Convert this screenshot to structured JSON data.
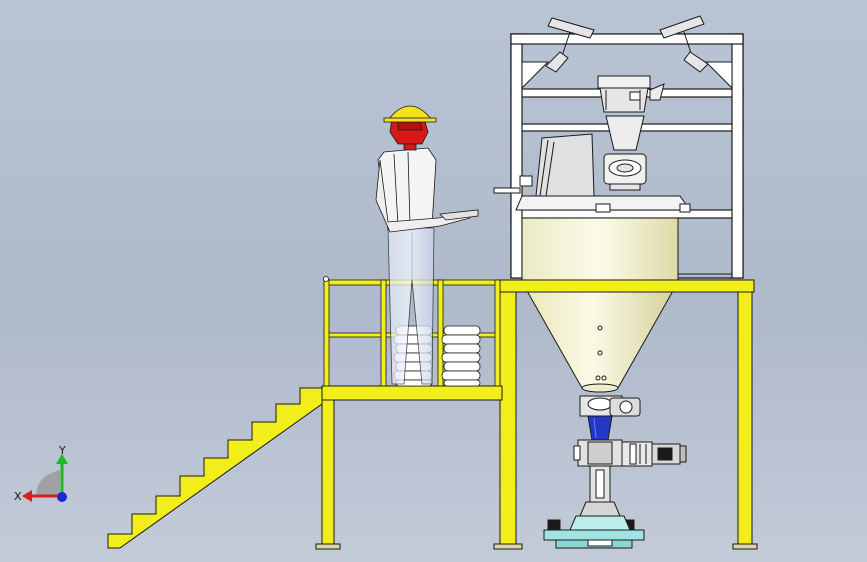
{
  "viewport": {
    "background_top": "#b9c4d4",
    "background_bottom": "#c3cbd8"
  },
  "colors": {
    "steel_structure": "#f2ee1c",
    "frame": "#ffffff",
    "hopper": "#f6f4d2",
    "valve_blue": "#2438c8",
    "helmet": "#f4e21a",
    "head": "#d81818",
    "base_plate": "#9fe3e3",
    "outline": "#1a1a1a"
  },
  "triad": {
    "x_label": "X",
    "y_label": "Y",
    "x_color": "#d42020",
    "y_color": "#1fb81f",
    "z_color": "#1a2ad0"
  },
  "scene": {
    "objects": [
      "operator",
      "platform",
      "staircase",
      "guard-railing",
      "bag-stacks",
      "support-frame",
      "conical-hopper",
      "rotary-valve",
      "geared-motor",
      "discharge-station"
    ]
  }
}
